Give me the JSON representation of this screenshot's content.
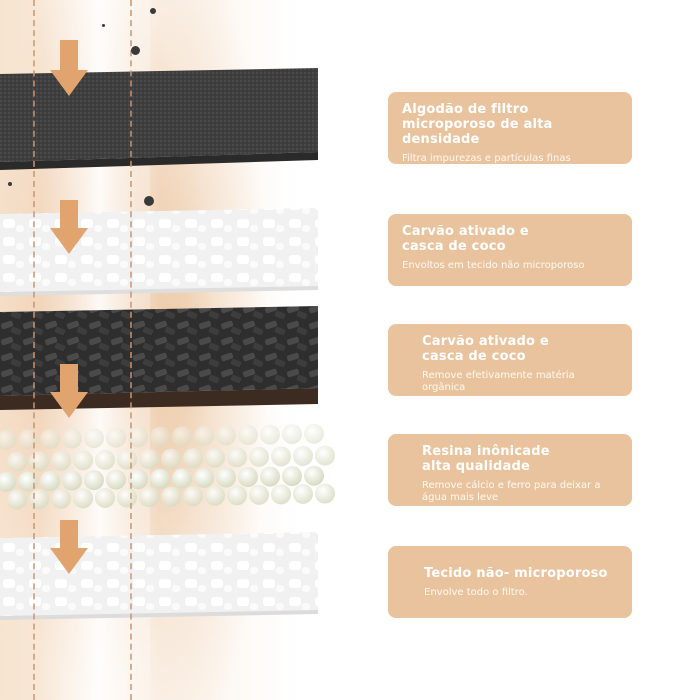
{
  "colors": {
    "card_bg": "#e9c39d",
    "arrow": "#e2a46e",
    "dark_layer": "#3c3c3c",
    "light_layer": "#efefef"
  },
  "cards": [
    {
      "title": "Algodão de filtro microporoso de alta densidade",
      "desc": "Filtra impurezas e partículas finas"
    },
    {
      "title": "Carvão ativado e casca de coco",
      "desc": "Envoltos em tecido não microporoso"
    },
    {
      "title": "Carvão ativado e casca de coco",
      "desc": "Remove efetivamente matéria orgânica"
    },
    {
      "title": "Resina inônicade alta qualidade",
      "desc": "Remove cálcio e ferro para deixar a água mais leve"
    },
    {
      "title": "Tecido não- microporoso",
      "desc": "Envolve todo o filtro."
    }
  ]
}
